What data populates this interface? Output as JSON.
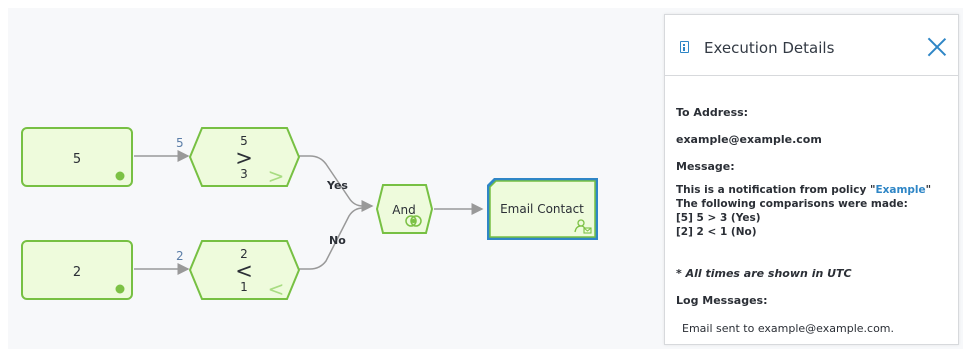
{
  "flow": {
    "input_nodes": [
      {
        "value": "5"
      },
      {
        "value": "2"
      }
    ],
    "edge_values": [
      "5",
      "2"
    ],
    "compare_nodes": [
      {
        "top": "5",
        "operator": ">",
        "bottom": "3",
        "watermark": ">"
      },
      {
        "top": "2",
        "operator": "<",
        "bottom": "1",
        "watermark": "<"
      }
    ],
    "branch_labels": {
      "yes": "Yes",
      "no": "No"
    },
    "and_node": {
      "label": "And"
    },
    "email_node": {
      "label": "Email Contact"
    },
    "colors": {
      "node_fill": "#eefbdc",
      "node_border": "#77c043",
      "selected_border": "#2f86c6",
      "edge": "#999999",
      "dot": "#7cc145"
    }
  },
  "panel": {
    "title": "Execution Details",
    "to_address_label": "To Address:",
    "to_address_value": "example@example.com",
    "message_label": "Message:",
    "message_prefix": "This is a notification from policy \"",
    "policy_name": "Example",
    "message_suffix": "\" The following comparisons were made:",
    "message_line_1": "[5] 5 > 3 (Yes)",
    "message_line_2": "[2] 2 < 1 (No)",
    "utc_note": "* All times are shown in UTC",
    "log_label": "Log Messages:",
    "log_message": "Email sent to example@example.com.",
    "accent_color": "#2f86c6"
  }
}
